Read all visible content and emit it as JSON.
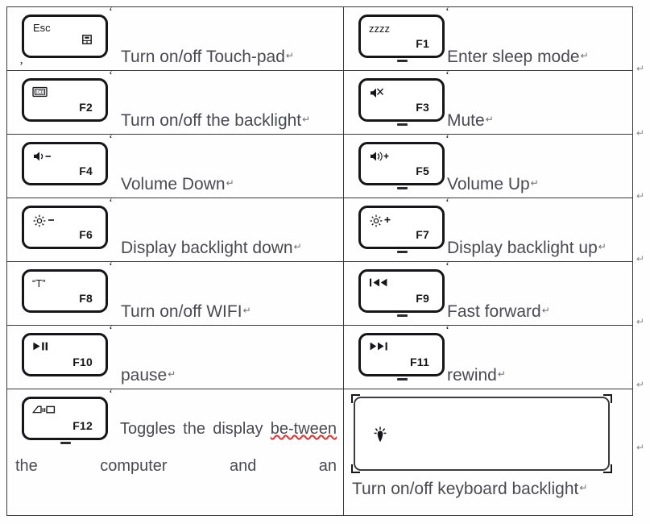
{
  "document": {
    "kind": "function-key-shortcut-table",
    "columns": 2,
    "pilcrow": "↵",
    "margin_mark": "↵"
  },
  "rows": [
    {
      "left": {
        "key_label": "Esc",
        "key_fn": "",
        "icon": "touchpad-icon",
        "description": "Turn on/off Touch-pad"
      },
      "right": {
        "key_label": "",
        "key_fn": "F1",
        "icon": "sleep-zzz-icon",
        "glyph_text": "zᴢᴢᴢ",
        "description": "Enter sleep mode"
      }
    },
    {
      "left": {
        "key_label": "",
        "key_fn": "F2",
        "icon": "lcd-backlight-icon",
        "description": "Turn on/off the backlight"
      },
      "right": {
        "key_label": "",
        "key_fn": "F3",
        "icon": "mute-speaker-icon",
        "description": "Mute"
      }
    },
    {
      "left": {
        "key_label": "",
        "key_fn": "F4",
        "icon": "volume-down-icon",
        "description": "Volume Down"
      },
      "right": {
        "key_label": "",
        "key_fn": "F5",
        "icon": "volume-up-icon",
        "description": "Volume Up"
      }
    },
    {
      "left": {
        "key_label": "",
        "key_fn": "F6",
        "icon": "brightness-down-icon",
        "description": "Display backlight down"
      },
      "right": {
        "key_label": "",
        "key_fn": "F7",
        "icon": "brightness-up-icon",
        "description": "Display backlight up"
      }
    },
    {
      "left": {
        "key_label": "",
        "key_fn": "F8",
        "icon": "wifi-antenna-icon",
        "glyph_text": "“T”",
        "description": "Turn on/off WIFI"
      },
      "right": {
        "key_label": "",
        "key_fn": "F9",
        "icon": "previous-track-icon",
        "description": "Fast forward"
      }
    },
    {
      "left": {
        "key_label": "",
        "key_fn": "F10",
        "icon": "play-pause-icon",
        "description": "pause"
      },
      "right": {
        "key_label": "",
        "key_fn": "F11",
        "icon": "next-track-icon",
        "description": "rewind"
      }
    }
  ],
  "last_row": {
    "left": {
      "key_fn": "F12",
      "icon": "display-switch-icon",
      "paragraph_line1": "Toggles the display",
      "paragraph_line2_words": [
        "be-tween",
        "the",
        "computer",
        "and",
        "an"
      ],
      "misspelled_word": "be-tween"
    },
    "right": {
      "icon": "keyboard-backlight-icon",
      "description": "Turn on/off keyboard backlight"
    }
  },
  "colors": {
    "page_background": "#fefefe",
    "table_border": "#3a3a3a",
    "key_outline": "#16161a",
    "description_text": "#4a4a52",
    "spellcheck_underline": "#e03030"
  }
}
